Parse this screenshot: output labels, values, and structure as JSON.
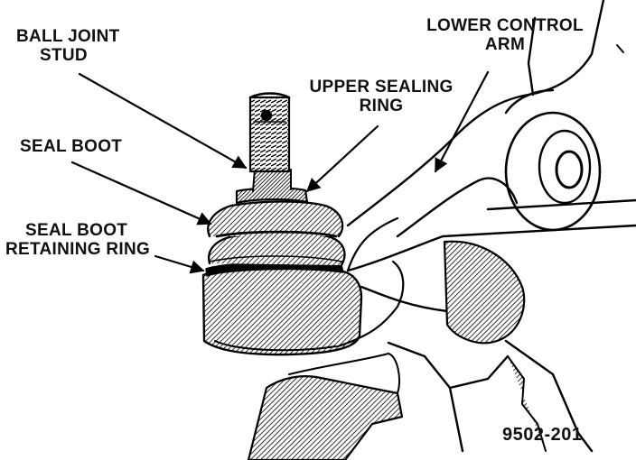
{
  "labels": {
    "ball_joint_stud": [
      "BALL JOINT",
      "STUD"
    ],
    "seal_boot": "SEAL BOOT",
    "seal_boot_retaining_ring": [
      "SEAL BOOT",
      "RETAINING RING"
    ],
    "upper_sealing_ring": [
      "UPPER SEALING",
      "RING"
    ],
    "lower_control_arm": [
      "LOWER CONTROL",
      "ARM"
    ]
  },
  "figure_number": "9502-201",
  "colors": {
    "ink": "#111111",
    "paper": "#ffffff"
  }
}
